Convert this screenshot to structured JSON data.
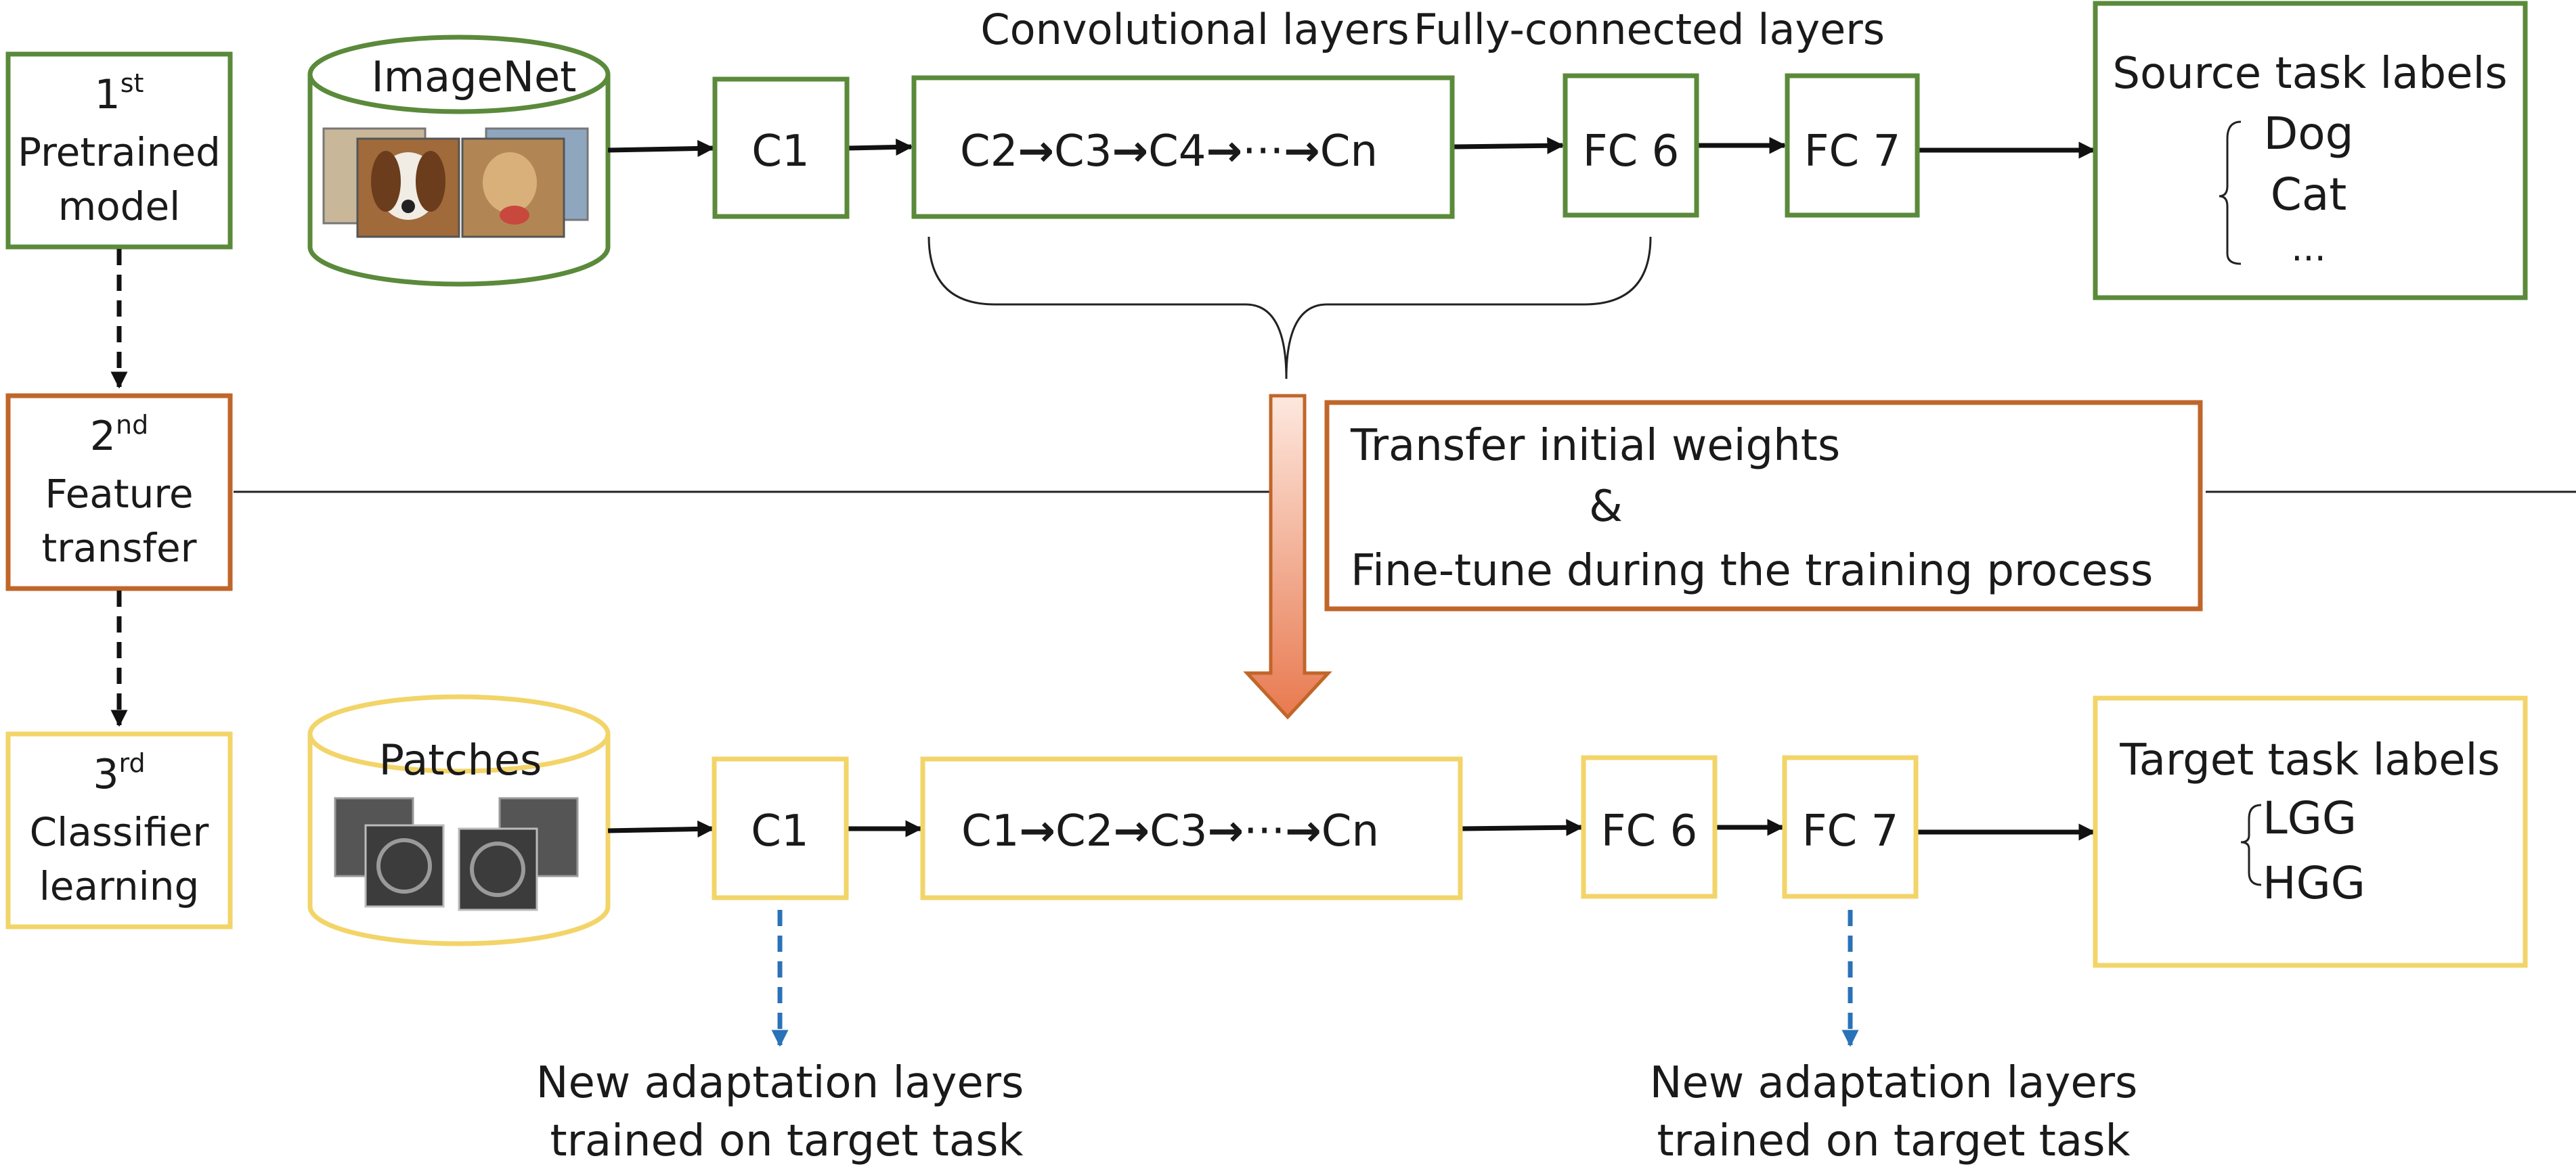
{
  "stages": {
    "s1_num": "1",
    "s1_sup": "st",
    "s1_line1": "Pretrained",
    "s1_line2": "model",
    "s2_num": "2",
    "s2_sup": "nd",
    "s2_line1": "Feature",
    "s2_line2": "transfer",
    "s3_num": "3",
    "s3_sup": "rd",
    "s3_line1": "Classifier",
    "s3_line2": "learning"
  },
  "top": {
    "dataset": "ImageNet",
    "conv_header": "Convolutional layers",
    "fc_header": "Fully-connected layers",
    "c1": "C1",
    "conv_chain": [
      "C2",
      "C3",
      "C4",
      "···",
      "Cn"
    ],
    "fc6": "FC 6",
    "fc7": "FC 7",
    "labels_title": "Source task labels",
    "labels": [
      "Dog",
      "Cat",
      "..."
    ]
  },
  "transfer": {
    "line1": "Transfer initial weights",
    "line2": "&",
    "line3": "Fine-tune during the training process"
  },
  "bottom": {
    "dataset": "Patches",
    "c1": "C1",
    "conv_chain": [
      "C1",
      "C2",
      "C3",
      "···",
      "Cn"
    ],
    "fc6": "FC 6",
    "fc7": "FC 7",
    "labels_title": "Target task labels",
    "labels": [
      "LGG",
      "HGG"
    ],
    "note_left_line1": "New adaptation layers",
    "note_left_line2": "trained on target task",
    "note_right_line1": "New adaptation layers",
    "note_right_line2": "trained on target task"
  },
  "colors": {
    "stage1": "#5a8a3a",
    "stage2": "#c0662a",
    "stage3": "#f2d468",
    "adapt_arrow": "#2a72b8"
  }
}
